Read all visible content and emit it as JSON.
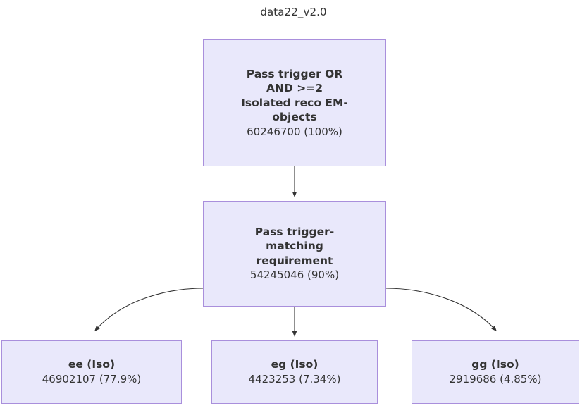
{
  "diagram": {
    "title": "data22_v2.0",
    "type": "flowchart",
    "orientation": "top-down",
    "colors": {
      "node_fill": "#e9e8fb",
      "node_border": "#a98fdc",
      "edge": "#333333",
      "text": "#333333",
      "background": "#ffffff"
    },
    "nodes": [
      {
        "id": "root",
        "label": "Pass trigger OR\nAND >=2\nIsolated reco EM-\nobjects",
        "stat": "60246700 (100%)",
        "count": 60246700,
        "percent": "100%"
      },
      {
        "id": "match",
        "label": "Pass trigger-\nmatching\nrequirement",
        "stat": "54245046 (90%)",
        "count": 54245046,
        "percent": "90%"
      },
      {
        "id": "ee",
        "label": "ee (Iso)",
        "stat": "46902107 (77.9%)",
        "count": 46902107,
        "percent": "77.9%"
      },
      {
        "id": "eg",
        "label": "eg (Iso)",
        "stat": "4423253 (7.34%)",
        "count": 4423253,
        "percent": "7.34%"
      },
      {
        "id": "gg",
        "label": "gg (Iso)",
        "stat": "2919686 (4.85%)",
        "count": 2919686,
        "percent": "4.85%"
      }
    ],
    "edges": [
      {
        "from": "root",
        "to": "match",
        "style": "straight-arrow"
      },
      {
        "from": "match",
        "to": "ee",
        "style": "curved-arrow"
      },
      {
        "from": "match",
        "to": "eg",
        "style": "straight-arrow"
      },
      {
        "from": "match",
        "to": "gg",
        "style": "curved-arrow"
      }
    ]
  }
}
